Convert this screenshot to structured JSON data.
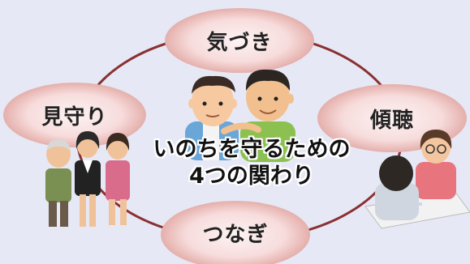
{
  "nodes": {
    "top": "気づき",
    "left": "見守り",
    "right": "傾聴",
    "bottom": "つなぎ"
  },
  "center": {
    "line1": "いのちを守るための",
    "line2": "4つの関わり"
  },
  "colors": {
    "background": "#e6e8f5",
    "ring": "#8a3030",
    "bubble_outer": "#d9958e",
    "bubble_inner": "#fbeeee"
  },
  "illustrations": [
    "two-men-shoulder-hug",
    "elderly-family-watching",
    "counseling-session"
  ]
}
